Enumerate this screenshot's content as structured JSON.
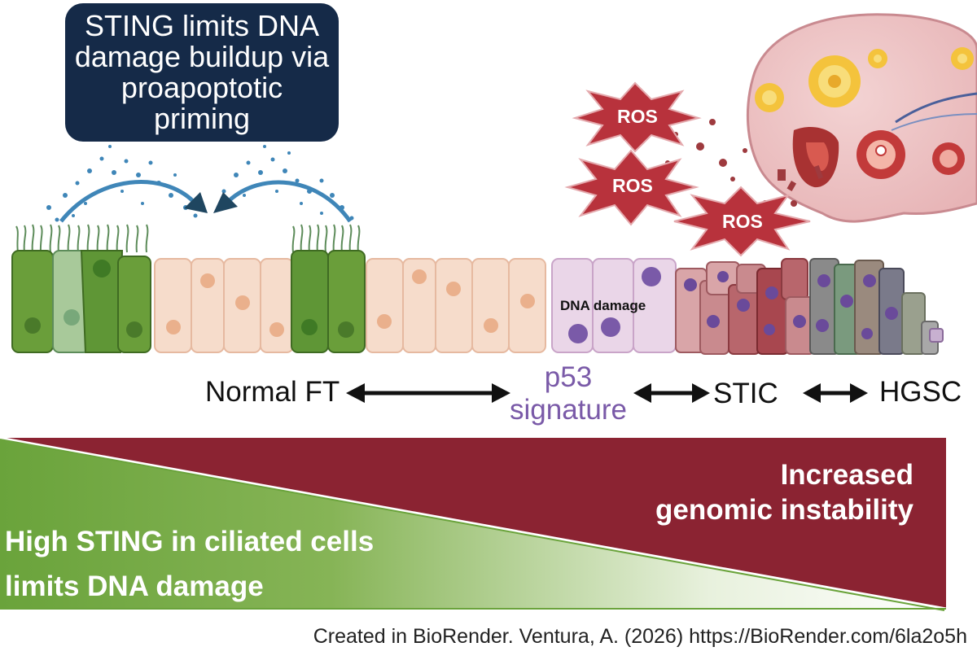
{
  "callout": {
    "text": "STING limits DNA\ndamage buildup via\nproapoptotic\npriming"
  },
  "stages": {
    "normal": "Normal FT",
    "p53": "p53\nsignature",
    "stic": "STIC",
    "hgsc": "HGSC"
  },
  "annotations": {
    "dna_damage": "DNA damage",
    "ros": [
      "ROS",
      "ROS",
      "ROS"
    ]
  },
  "gradient": {
    "left_label_1": "High STING in ciliated cells",
    "left_label_2": "limits DNA damage",
    "right_label_1": "Increased",
    "right_label_2": "genomic instability"
  },
  "credit": "Created in BioRender. Ventura, A. (2026) https://BioRender.com/6la2o5h",
  "colors": {
    "navy": "#152a48",
    "maroon": "#8b2332",
    "green": "#6a9e3a",
    "purple": "#7a5aa8",
    "ros_red": "#b8323c",
    "peach_cell": "#f6dccb"
  }
}
